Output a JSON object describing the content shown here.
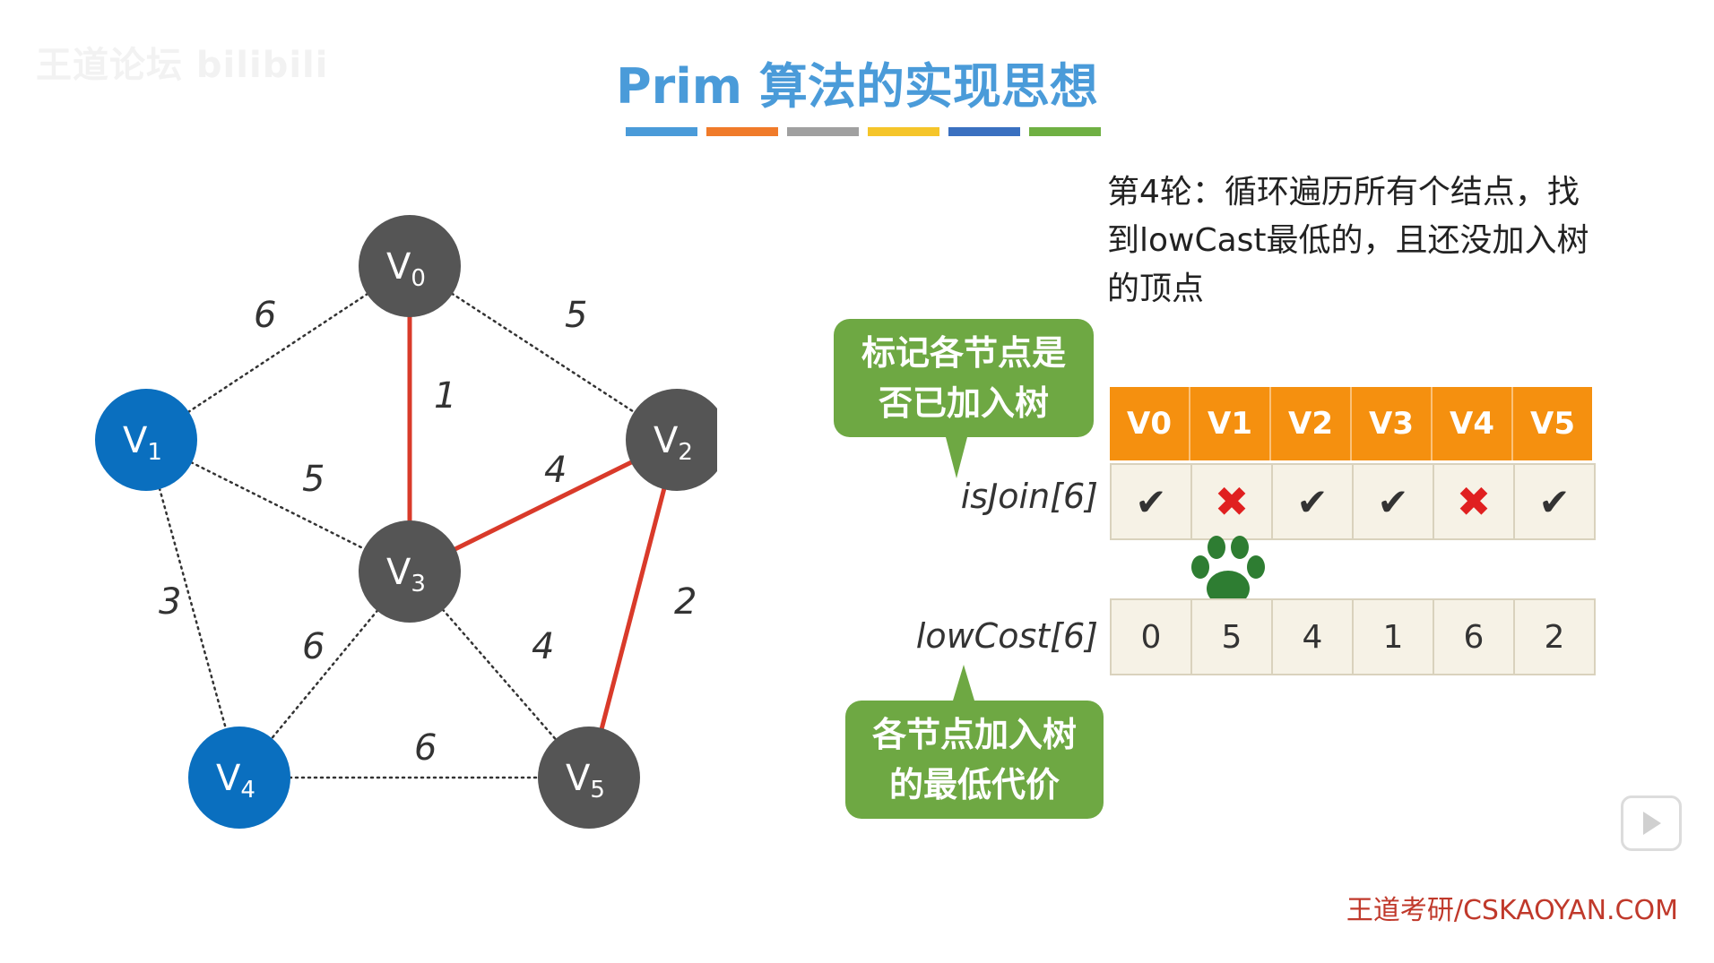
{
  "watermark": "王道论坛 bilibili",
  "title": "Prim 算法的实现思想",
  "title_bar_colors": [
    "#4a9bd9",
    "#f07b2a",
    "#a0a0a0",
    "#f5c52a",
    "#3a70c0",
    "#6fb043"
  ],
  "description": "第4轮：循环遍历所有个结点，找到lowCast最低的，且还没加入树的顶点",
  "graph": {
    "colors": {
      "in_tree": "#555555",
      "not_in_tree": "#0a6fbf",
      "tree_edge": "#d93a2a",
      "other_edge": "#333333"
    },
    "nodes": [
      {
        "id": "V0",
        "label": "V",
        "sub": "0",
        "in_tree": true
      },
      {
        "id": "V1",
        "label": "V",
        "sub": "1",
        "in_tree": false
      },
      {
        "id": "V2",
        "label": "V",
        "sub": "2",
        "in_tree": true
      },
      {
        "id": "V3",
        "label": "V",
        "sub": "3",
        "in_tree": true
      },
      {
        "id": "V4",
        "label": "V",
        "sub": "4",
        "in_tree": false
      },
      {
        "id": "V5",
        "label": "V",
        "sub": "5",
        "in_tree": true
      }
    ],
    "edges": [
      {
        "from": "V0",
        "to": "V1",
        "weight": "6",
        "tree": false
      },
      {
        "from": "V0",
        "to": "V2",
        "weight": "5",
        "tree": false
      },
      {
        "from": "V0",
        "to": "V3",
        "weight": "1",
        "tree": true
      },
      {
        "from": "V1",
        "to": "V3",
        "weight": "5",
        "tree": false
      },
      {
        "from": "V1",
        "to": "V4",
        "weight": "3",
        "tree": false
      },
      {
        "from": "V2",
        "to": "V3",
        "weight": "4",
        "tree": true
      },
      {
        "from": "V2",
        "to": "V5",
        "weight": "2",
        "tree": true
      },
      {
        "from": "V3",
        "to": "V4",
        "weight": "6",
        "tree": false
      },
      {
        "from": "V3",
        "to": "V5",
        "weight": "4",
        "tree": false
      },
      {
        "from": "V4",
        "to": "V5",
        "weight": "6",
        "tree": false
      }
    ]
  },
  "callout_isjoin": "标记各节点是否已加入树",
  "callout_isjoin_lines": [
    "标记各节点是",
    "否已加入树"
  ],
  "callout_lowcost_lines": [
    "各节点加入树",
    "的最低代价"
  ],
  "is_join_label": "isJoin[6]",
  "low_cost_label": "lowCost[6]",
  "table_headers": [
    "V0",
    "V1",
    "V2",
    "V3",
    "V4",
    "V5"
  ],
  "is_join": [
    "✔",
    "✖",
    "✔",
    "✔",
    "✖",
    "✔"
  ],
  "low_cost": [
    "0",
    "5",
    "4",
    "1",
    "6",
    "2"
  ],
  "footer": "王道考研/CSKAOYAN.COM"
}
